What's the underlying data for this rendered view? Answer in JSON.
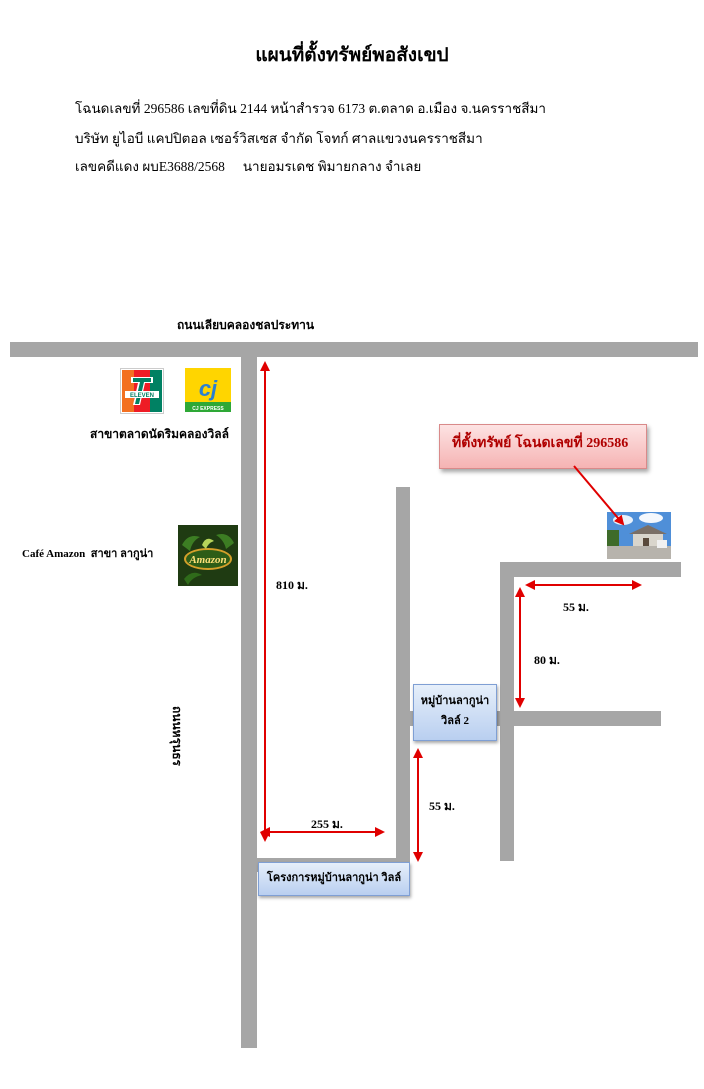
{
  "header": {
    "title": "แผนที่ตั้งทรัพย์พอสังเขป",
    "line1": "โฉนดเลขที่ 296586 เลขที่ดิน 2144 หน้าสำรวจ 6173 ต.ตลาด อ.เมือง จ.นครราชสีมา",
    "line2": "บริษัท ยูไอบี แคปปิตอล เซอร์วิสเซส จำกัด   โจทก์  ศาลแขวงนครราชสีมา",
    "line3_case": "เลขคดีแดง ผบE3688/2568",
    "line3_defendant": "นายอมรเดช พิมายกลาง จำเลย"
  },
  "map": {
    "top_road_label": "ถนนเลียบคลองชลประทาน",
    "side_road_label": "ถนนหรุนธร",
    "seven_eleven_logo_text": "ELEVEN",
    "cj_logo_text": "CJ EXPRESS",
    "stores_label": "สาขาตลาดนัดริมคลองวิลล์",
    "cafe_name": "Café Amazon",
    "cafe_branch": "สาขา ลากูน่า",
    "cafe_logo_text": "Amazon",
    "property_label": "ที่ตั้งทรัพย์ โฉนดเลขที่ 296586",
    "village2_line1": "หมู่บ้านลากูน่า",
    "village2_line2": "วิลล์ 2",
    "project_label": "โครงการหมู่บ้านลากูน่า วิลล์",
    "dist_810": "810 ม.",
    "dist_255": "255 ม.",
    "dist_55_lower": "55 ม.",
    "dist_55_upper": "55 ม.",
    "dist_80": "80 ม.",
    "colors": {
      "road": "#a6a6a6",
      "arrow": "#e00000",
      "label_box": "#c9dbf5",
      "property_box": "#f8c8c8"
    }
  }
}
